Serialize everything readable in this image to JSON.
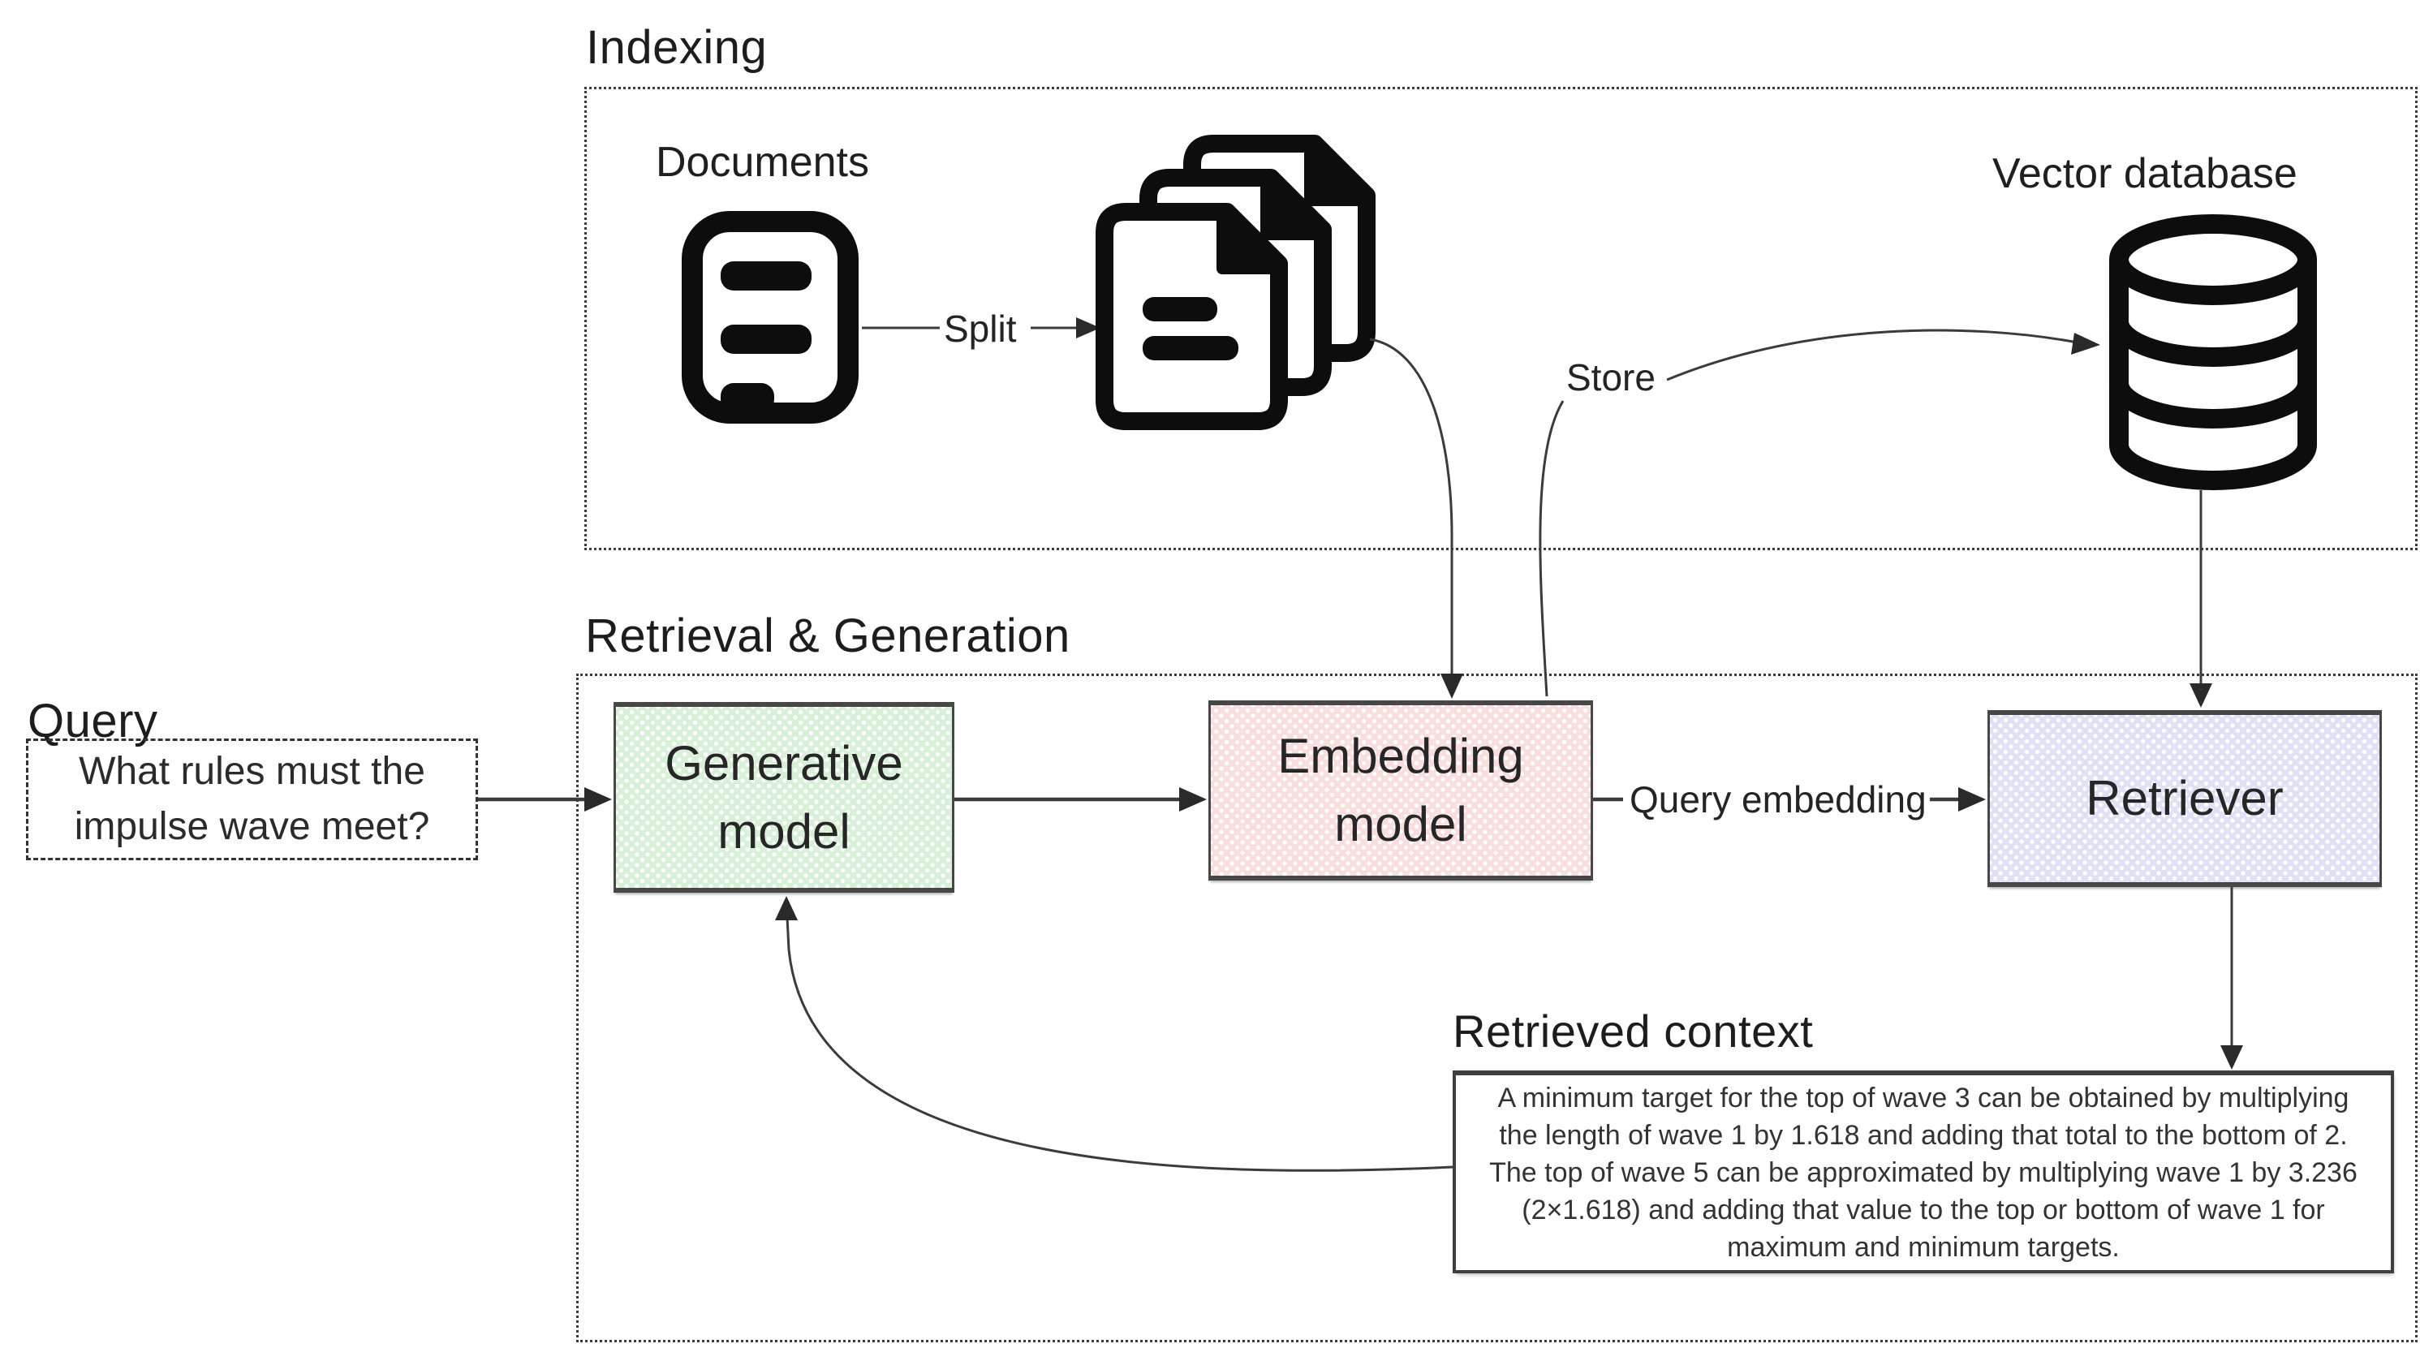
{
  "indexing": {
    "title": "Indexing",
    "documents_label": "Documents",
    "split_label": "Split",
    "store_label": "Store",
    "vector_db_label": "Vector database"
  },
  "retrieval_generation": {
    "title": "Retrieval & Generation",
    "generative_model_label": "Generative model",
    "embedding_model_label": "Embedding model",
    "retriever_label": "Retriever",
    "query_embedding_label": "Query embedding",
    "retrieved_context": {
      "title": "Retrieved context",
      "text": "A minimum target for the top of wave 3 can be obtained by multiplying the length of wave 1 by 1.618 and adding that total to the bottom of 2. The top of wave 5 can be approximated by multiplying wave 1 by 3.236 (2×1.618) and adding that value to the top or bottom of wave 1 for maximum and minimum targets."
    }
  },
  "query": {
    "label": "Query",
    "text": "What rules must the impulse wave meet?"
  },
  "colors": {
    "generative_fill": "#d8f0d8",
    "embedding_fill": "#f9dede",
    "retriever_fill": "#e1e1f6",
    "connector": "#3b3b3b",
    "icon": "#0d0d0d",
    "text": "#222222"
  }
}
